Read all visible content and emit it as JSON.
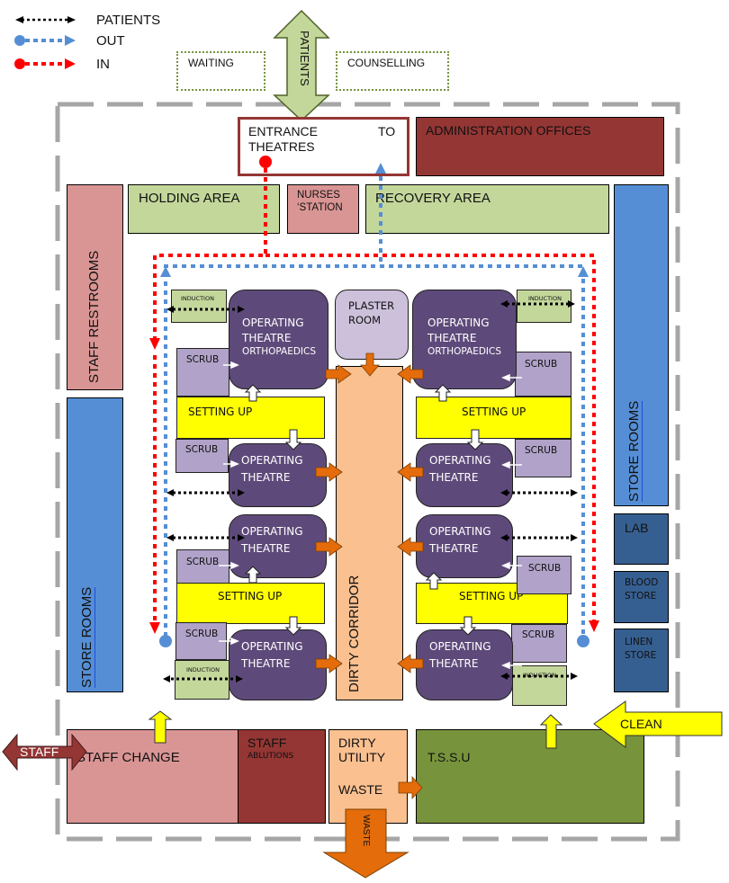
{
  "legend": {
    "patients": "PATIENTS",
    "out": "OUT",
    "in": "IN"
  },
  "colors": {
    "patients_flow": "#000000",
    "out_flow": "#558ed5",
    "in_flow": "#ff0000",
    "green_area": "#c4d79b",
    "pink_area": "#d99594",
    "maroon_area": "#943634",
    "blue_store": "#558ed5",
    "dark_blue_store": "#365f91",
    "theatre": "#5e4a7a",
    "scrub": "#b0a2c8",
    "setting_up": "#ffff00",
    "dirty_corridor": "#fac090",
    "tssu": "#77933c",
    "waste_arrow": "#e46c0a"
  },
  "outside": {
    "waiting": "WAITING",
    "counselling": "COUNSELLING",
    "patients_arrow": "PATIENTS",
    "staff_arrow": "STAFF",
    "clean_arrow": "CLEAN",
    "waste_arrow": "WASTE"
  },
  "top": {
    "entrance_line1": "ENTRANCE",
    "entrance_to": "TO",
    "entrance_line2": "THEATRES",
    "admin": "ADMINISTRATION OFFICES",
    "holding": "HOLDING AREA",
    "nurses_line1": "NURSES",
    "nurses_line2": "‘STATION",
    "recovery": "RECOVERY AREA"
  },
  "sides": {
    "staff_restrooms": "STAFF RESTROOMS",
    "store_rooms_left": "STORE  ROOMS",
    "store_rooms_right": "STORE  ROOMS",
    "lab": "LAB",
    "blood_line1": "BLOOD",
    "blood_line2": "STORE",
    "linen_line1": "LINEN",
    "linen_line2": "STORE"
  },
  "theatres": {
    "ot_line1": "OPERATING",
    "ot_line2": "THEATRE",
    "ortho": "ORTHOPAEDICS",
    "scrub": "SCRUB",
    "setting_up": "SETTING UP",
    "induction": "INDUCTION",
    "plaster_line1": "PLASTER",
    "plaster_line2": "ROOM",
    "dirty_corridor": "DIRTY CORRIDOR"
  },
  "bottom": {
    "staff_change": "STAFF CHANGE",
    "staff_abl_line1": "STAFF",
    "staff_abl_line2": "ABLUTIONS",
    "dirty_line1": "DIRTY",
    "dirty_line2": "UTILITY",
    "dirty_line3": "WASTE",
    "tssu": "T.S.S.U"
  }
}
